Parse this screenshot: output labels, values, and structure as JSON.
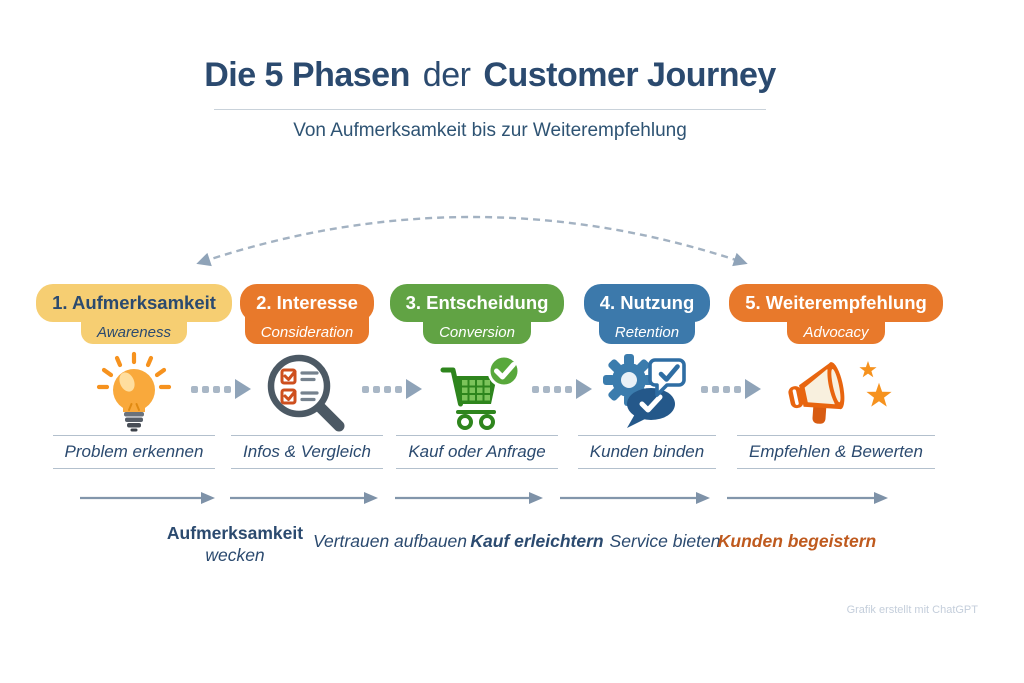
{
  "header": {
    "title_bold_1": "Die 5 Phasen",
    "title_regular": "der",
    "title_bold_2": "Customer Journey",
    "subtitle": "Von Aufmerksamkeit bis zur Weiterempfehlung"
  },
  "phases": [
    {
      "name": "1. Aufmerksamkeit",
      "english": "Awareness",
      "step": "Problem erkennen",
      "icon": "lightbulb-icon",
      "badge_color": "#F6CE72",
      "badge_text_color": "#2B4A6F"
    },
    {
      "name": "2. Interesse",
      "english": "Consideration",
      "step": "Infos & Vergleich",
      "icon": "magnifier-checklist-icon",
      "badge_color": "#E8792B",
      "badge_text_color": "#FFFFFF"
    },
    {
      "name": "3. Entscheidung",
      "english": "Conversion",
      "step": "Kauf oder Anfrage",
      "icon": "cart-check-icon",
      "badge_color": "#61A344",
      "badge_text_color": "#FFFFFF"
    },
    {
      "name": "4. Nutzung",
      "english": "Retention",
      "step": "Kunden binden",
      "icon": "gear-chat-bubbles-icon",
      "badge_color": "#3C79AB",
      "badge_text_color": "#FFFFFF"
    },
    {
      "name": "5. Weiterempfehlung",
      "english": "Advocacy",
      "step": "Empfehlen & Bewerten",
      "icon": "megaphone-stars-icon",
      "badge_color": "#E8792B",
      "badge_text_color": "#FFFFFF"
    }
  ],
  "bottom_actions": [
    {
      "line1": "Aufmerksamkeit",
      "line2": "wecken",
      "style": "bold"
    },
    {
      "label": "Vertrauen aufbauen",
      "style": "regular"
    },
    {
      "label": "Kauf erleichtern",
      "style": "bold"
    },
    {
      "label": "Service bieten",
      "style": "regular"
    },
    {
      "label": "Kunden begeistern",
      "style": "bold-orange"
    }
  ],
  "footer": {
    "credit": "Grafik erstellt mit ChatGPT"
  },
  "colors": {
    "title_text": "#2B4A6F",
    "label_text": "#2B4A6F",
    "accent_orange_text": "#BF5A1E",
    "arrow_gray": "#8296AB",
    "dash_gray": "#A9B7C6",
    "divider": "#C9D2DA",
    "footer_text": "#C4CEDB"
  }
}
